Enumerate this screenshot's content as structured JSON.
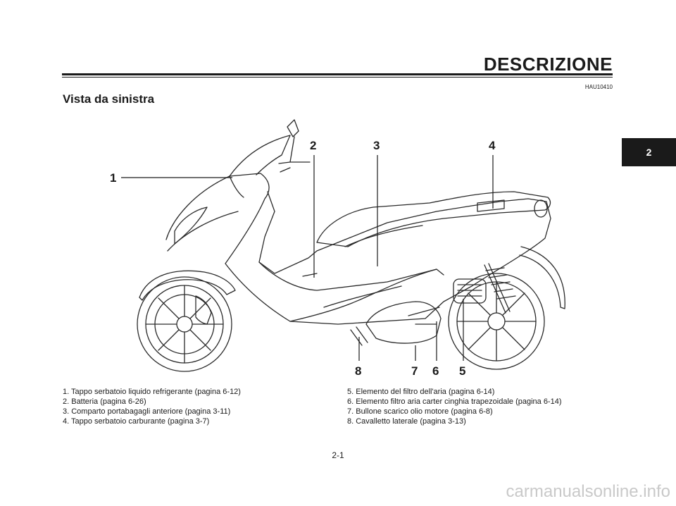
{
  "header": {
    "section_title": "DESCRIZIONE",
    "code": "HAU10410"
  },
  "view_title": "Vista da sinistra",
  "chapter_tab": "2",
  "callouts": [
    "1",
    "2",
    "3",
    "4",
    "5",
    "6",
    "7",
    "8"
  ],
  "legend": {
    "left": [
      "1. Tappo serbatoio liquido refrigerante (pagina 6-12)",
      "2. Batteria (pagina 6-26)",
      "3. Comparto portabagagli anteriore (pagina 3-11)",
      "4. Tappo serbatoio carburante (pagina 3-7)"
    ],
    "right": [
      "5. Elemento del filtro dell'aria (pagina 6-14)",
      "6. Elemento filtro aria carter cinghia trapezoidale (pagina 6-14)",
      "7. Bullone scarico olio motore (pagina 6-8)",
      "8. Cavalletto laterale (pagina 3-13)"
    ]
  },
  "page_number": "2-1",
  "watermark": "carmanualsonline.info"
}
